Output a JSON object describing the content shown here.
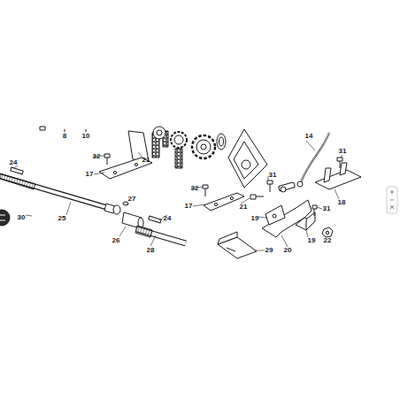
{
  "diagram": {
    "labels": [
      "8",
      "10",
      "14",
      "32",
      "21",
      "31",
      "24",
      "17",
      "31",
      "32",
      "17",
      "21",
      "27",
      "18",
      "31",
      "30",
      "25",
      "19",
      "24",
      "26",
      "19",
      "22",
      "28",
      "20",
      "29"
    ]
  }
}
